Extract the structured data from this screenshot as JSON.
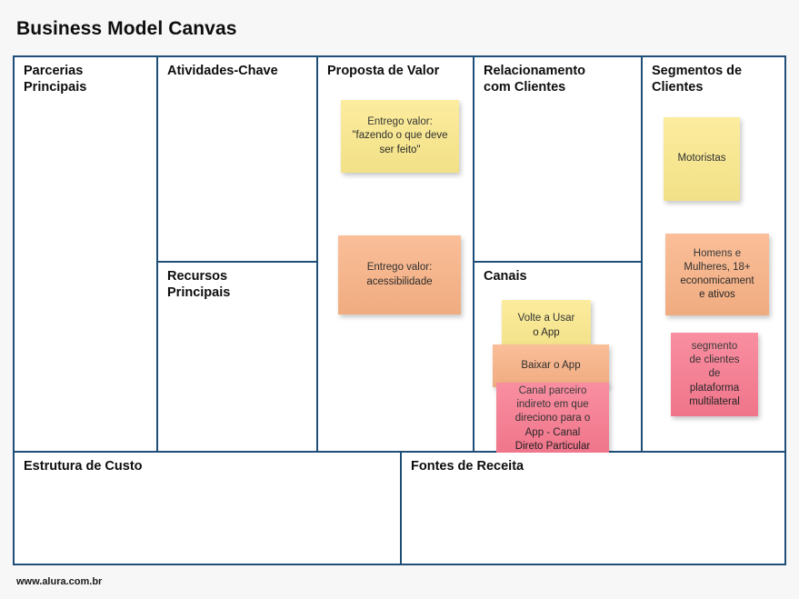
{
  "title": "Business Model Canvas",
  "footer": {
    "url": "www.alura.com.br"
  },
  "colors": {
    "border": "#1f4e79",
    "background": "#f7f7f7",
    "note_yellow": "#fbe98c",
    "note_orange": "#f9b285",
    "note_pink": "#f8798f"
  },
  "blocks": {
    "key_partners": {
      "title": "Parcerias\nPrincipais"
    },
    "key_activities": {
      "title": "Atividades-Chave"
    },
    "key_resources": {
      "title": "Recursos\nPrincipais"
    },
    "value_proposition": {
      "title": "Proposta de Valor"
    },
    "customer_relationships": {
      "title": "Relacionamento\ncom Clientes"
    },
    "channels": {
      "title": "Canais"
    },
    "customer_segments": {
      "title": "Segmentos de\nClientes"
    },
    "cost_structure": {
      "title": "Estrutura de Custo"
    },
    "revenue_streams": {
      "title": "Fontes de Receita"
    }
  },
  "notes": {
    "value_proposition": [
      {
        "text": "Entrego valor:\n\"fazendo o que deve\nser feito\"",
        "color": "yellow"
      },
      {
        "text": "Entrego valor:\nacessibilidade",
        "color": "orange"
      }
    ],
    "channels": [
      {
        "text": "Volte a Usar\no App",
        "color": "yellow"
      },
      {
        "text": "Baixar o App",
        "color": "orange"
      },
      {
        "text": "Canal parceiro\nindireto em que\ndireciono para o\nApp - Canal\nDireto Particular",
        "color": "pink"
      }
    ],
    "customer_segments": [
      {
        "text": "Motoristas",
        "color": "yellow"
      },
      {
        "text": "Homens e\nMulheres, 18+\neconomicament\ne ativos",
        "color": "orange"
      },
      {
        "text": "segmento\nde clientes\nde\nplataforma\nmultilateral",
        "color": "pink"
      }
    ]
  }
}
